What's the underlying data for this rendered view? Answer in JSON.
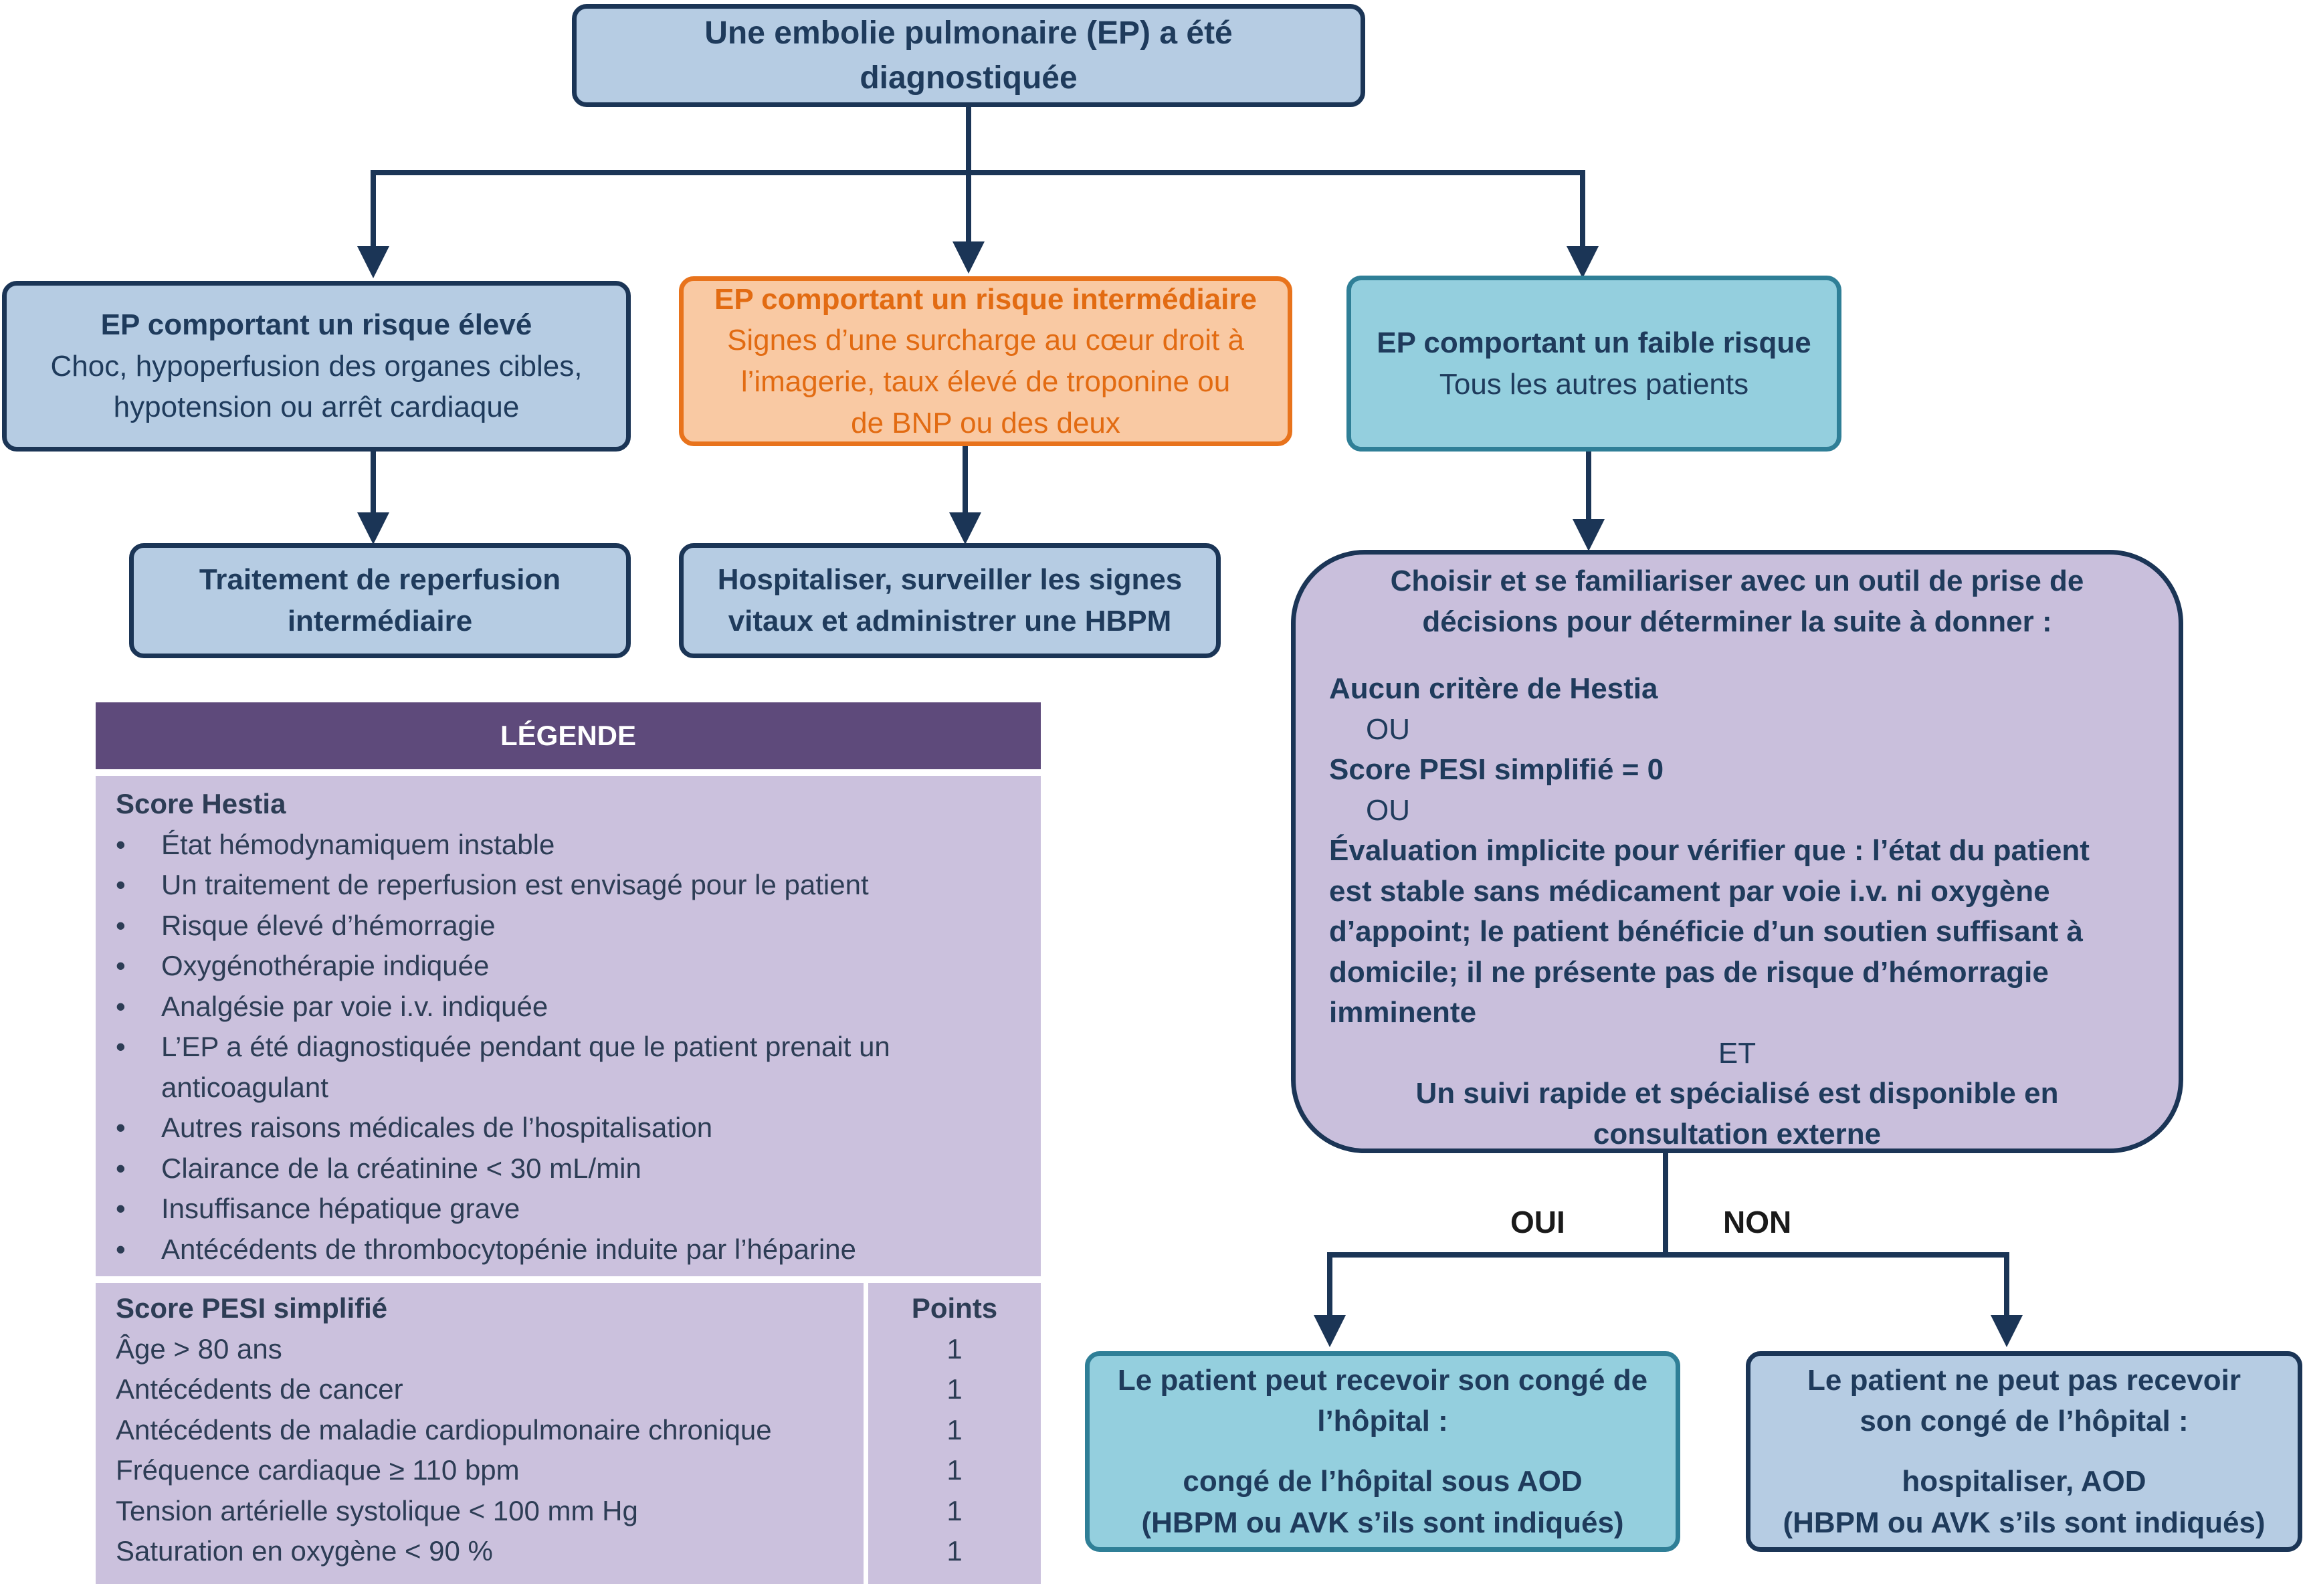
{
  "top_box": {
    "line1": "Une embolie pulmonaire (EP) a été",
    "line2": "diagnostiquée"
  },
  "high_risk": {
    "title": "EP comportant un risque élevé",
    "line1": "Choc, hypoperfusion des organes cibles,",
    "line2": "hypotension ou arrêt cardiaque"
  },
  "intermediate_risk": {
    "title": "EP comportant un risque intermédiaire",
    "line1": "Signes d’une surcharge au cœur droit à",
    "line2": "l’imagerie, taux élevé de troponine ou",
    "line3": "de BNP ou des deux"
  },
  "low_risk": {
    "title": "EP comportant un faible risque",
    "line1": "Tous les autres patients"
  },
  "reperfusion": {
    "line1": "Traitement de reperfusion",
    "line2": "intermédiaire"
  },
  "hospitalize": {
    "line1": "Hospitaliser, surveiller les signes",
    "line2": "vitaux et administrer une HBPM"
  },
  "decision": {
    "title1": "Choisir et se familiariser avec un outil de prise de",
    "title2": "décisions pour déterminer la suite à donner :",
    "crit1": "Aucun critère de Hestia",
    "or1": "OU",
    "crit2": "Score PESI simplifié = 0",
    "or2": "OU",
    "eval1": "Évaluation implicite pour vérifier que : l’état du patient",
    "eval2": "est stable sans médicament par voie i.v. ni oxygène",
    "eval3": "d’appoint; le patient bénéficie d’un soutien suffisant à",
    "eval4": "domicile; il ne présente pas de risque d’hémorragie",
    "eval5": "imminente",
    "and": "ET",
    "follow1": "Un suivi rapide et spécialisé est disponible en",
    "follow2": "consultation externe"
  },
  "branch_labels": {
    "yes": "OUI",
    "no": "NON"
  },
  "discharge": {
    "line1": "Le patient peut recevoir son congé de",
    "line2": "l’hôpital :",
    "line3": "congé de l’hôpital sous AOD",
    "line4": "(HBPM ou AVK s’ils sont indiqués)"
  },
  "no_discharge": {
    "line1": "Le patient ne peut pas recevoir",
    "line2": "son congé de l’hôpital :",
    "line3": "hospitaliser, AOD",
    "line4": "(HBPM ou AVK s’ils sont indiqués)"
  },
  "legend": {
    "title": "LÉGENDE",
    "hestia_title": "Score Hestia",
    "hestia_items": [
      "État hémodynamiquem instable",
      "Un traitement de reperfusion est envisagé pour le patient",
      "Risque élevé d’hémorragie",
      "Oxygénothérapie indiquée",
      "Analgésie par voie i.v. indiquée",
      "L’EP a été diagnostiquée pendant que le patient prenait un",
      "anticoagulant",
      "Autres raisons médicales de l’hospitalisation",
      "Clairance de la créatinine < 30 mL/min",
      "Insuffisance hépatique grave",
      "Antécédents de thrombocytopénie induite par l’héparine"
    ],
    "pesi_title": "Score PESI simplifié",
    "points_title": "Points",
    "pesi_items": [
      "Âge > 80 ans",
      "Antécédents de cancer",
      "Antécédents de maladie cardiopulmonaire chronique",
      "Fréquence cardiaque ≥ 110 bpm",
      "Tension artérielle systolique < 100 mm Hg",
      "Saturation en oxygène < 90 %"
    ],
    "pesi_points": [
      "1",
      "1",
      "1",
      "1",
      "1",
      "1"
    ]
  },
  "colors": {
    "navy": "#1b3556",
    "navy_fill": "#b6cce3",
    "orange": "#e8731c",
    "orange_fill": "#f9c9a3",
    "teal": "#2f7f97",
    "teal_fill": "#94cfde",
    "purple_fill": "#c9bfdc",
    "legend_header": "#5e4a7b"
  }
}
